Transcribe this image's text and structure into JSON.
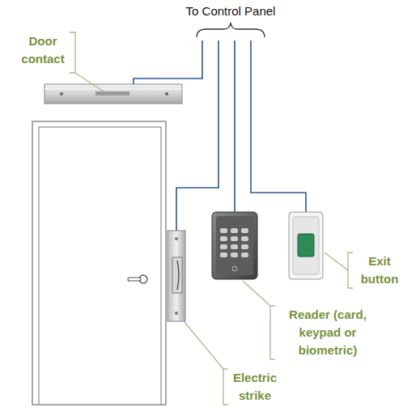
{
  "diagram": {
    "labels": [
      "To Control Panel",
      "Door contact",
      "Reader (card, keypad or biometric)",
      "Electric strike",
      "Exit button"
    ]
  }
}
